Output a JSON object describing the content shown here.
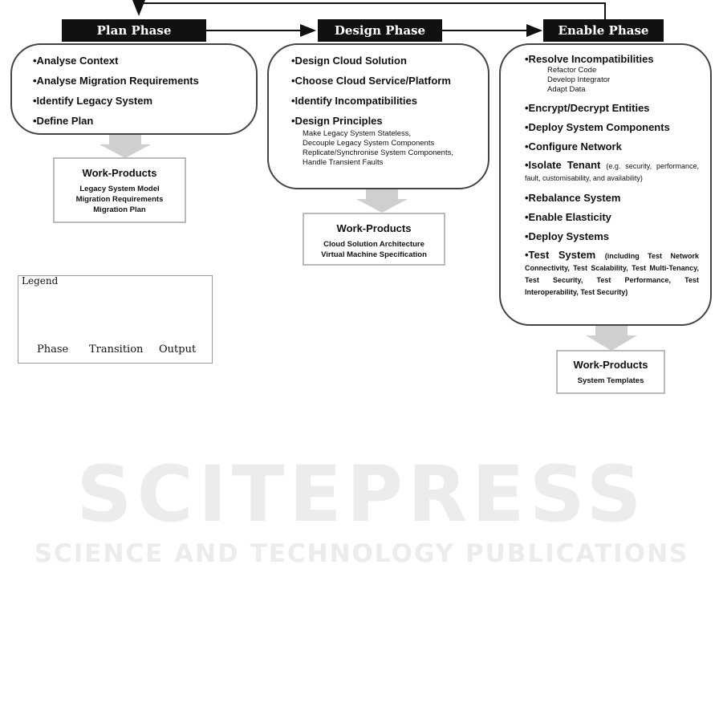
{
  "watermark": {
    "main": "SCITEPRESS",
    "sub": "SCIENCE AND TECHNOLOGY PUBLICATIONS"
  },
  "phases": {
    "plan": {
      "title": "Plan Phase",
      "items": [
        "•Analyse Context",
        "•Analyse Migration Requirements",
        "•Identify Legacy System",
        "•Define Plan"
      ],
      "work_products": {
        "title": "Work-Products",
        "lines": [
          "Legacy System Model",
          "Migration Requirements",
          "Migration Plan"
        ]
      }
    },
    "design": {
      "title": "Design Phase",
      "items": [
        "•Design Cloud Solution",
        "•Choose Cloud Service/Platform",
        "•Identify Incompatibilities",
        "•Design Principles"
      ],
      "principles": [
        "Make Legacy System Stateless,",
        "Decouple Legacy System Components",
        "Replicate/Synchronise System Components,",
        "Handle Transient Faults"
      ],
      "work_products": {
        "title": "Work-Products",
        "lines": [
          "Cloud Solution Architecture",
          "Virtual Machine Specification"
        ]
      }
    },
    "enable": {
      "title": "Enable Phase",
      "resolve": "•Resolve Incompatibilities",
      "resolve_sub": [
        "Refactor Code",
        "Develop Integrator",
        "Adapt Data"
      ],
      "encrypt": "•Encrypt/Decrypt Entities",
      "deploy_components": "•Deploy System Components",
      "configure": "•Configure Network",
      "isolate": "•Isolate Tenant",
      "isolate_note": "(e.g. security, performance, fault, customisability, and availability)",
      "rebalance": "•Rebalance System",
      "elasticity": "•Enable Elasticity",
      "deploy_systems": "•Deploy Systems",
      "test": "•Test System",
      "test_note": "(including Test Network Connectivity, Test Scalability, Test Multi-Tenancy, Test Security, Test Performance, Test Interoperability, Test Security)",
      "work_products": {
        "title": "Work-Products",
        "lines": [
          "System Templates"
        ]
      }
    }
  },
  "legend": {
    "title": "Legend",
    "phase": "Phase",
    "transition": "Transition",
    "output": "Output"
  }
}
